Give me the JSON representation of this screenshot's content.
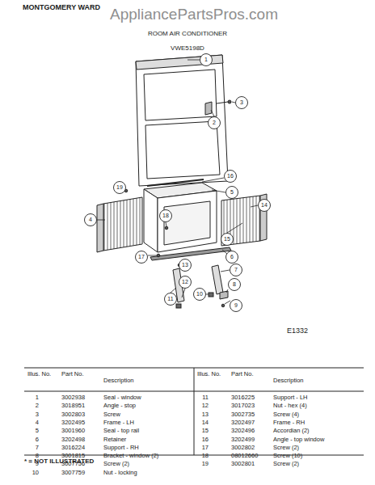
{
  "diagram": {
    "title": "ROOM AIR CONDITIONER",
    "labels": [
      "MONTGOMERY WARD",
      "AppliancePartsPros.com",
      "VWE5198D",
      "1",
      "2",
      "3",
      "4",
      "5",
      "6",
      "7",
      "8",
      "9",
      "10",
      "11",
      "12",
      "13",
      "14",
      "15",
      "16",
      "17",
      "18",
      "19",
      "E1332",
      "Illus. No.",
      "Part No.",
      "Description",
      "Illus. No.",
      "Part No.",
      "Description",
      "1",
      "3002938",
      "Seal - window",
      "2",
      "3018951",
      "Angle - stop",
      "3",
      "3002803",
      "Screw",
      "4",
      "3202495",
      "Frame - LH",
      "5",
      "3001960",
      "Seal - top rail",
      "6",
      "3202498",
      "Retainer",
      "7",
      "3016224",
      "Support - RH",
      "8",
      "3001815",
      "Bracket - window (2)",
      "9",
      "3007756",
      "Screw (2)",
      "10",
      "3007759",
      "Nut - locking",
      "11",
      "3016225",
      "Support - LH",
      "12",
      "3017023",
      "Nut - hex (4)",
      "13",
      "3002735",
      "Screw (4)",
      "14",
      "3202497",
      "Frame - RH",
      "15",
      "3202496",
      "Accordian (2)",
      "16",
      "3202499",
      "Angle - top window",
      "17",
      "3002802",
      "Screw (2)",
      "18",
      "08012660",
      "Screw (10)",
      "19",
      "3002801",
      "Screw (2)",
      "* = NOT ILLUSTRATED"
    ]
  }
}
